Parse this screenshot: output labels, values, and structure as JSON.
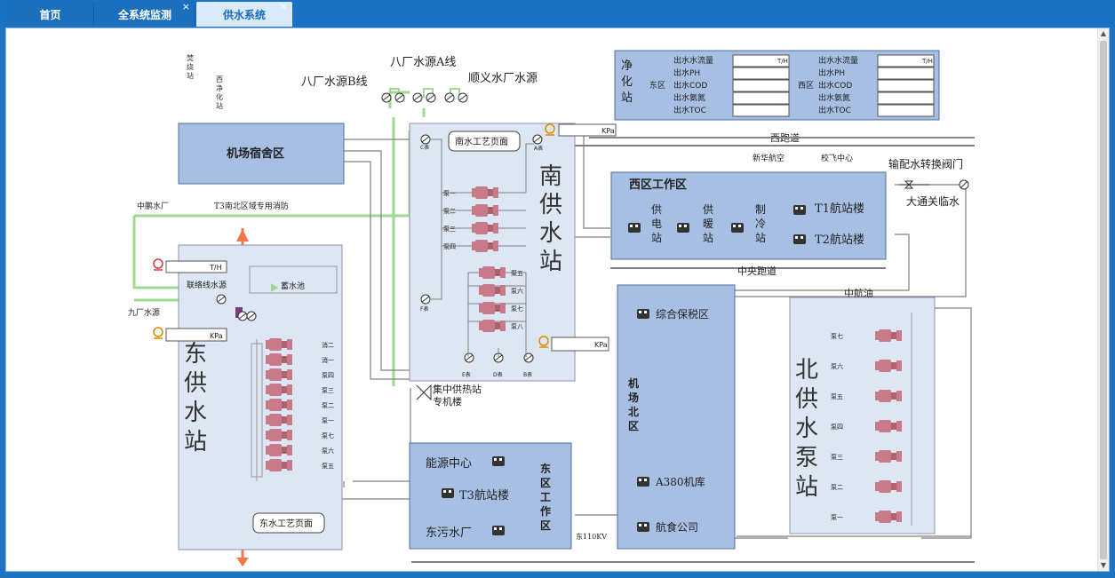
{
  "tabs": [
    {
      "label": "首页",
      "closable": false,
      "active": false
    },
    {
      "label": "全系统监测",
      "closable": true,
      "active": false
    },
    {
      "label": "供水系统",
      "closable": true,
      "active": true
    }
  ],
  "close_glyph": "×",
  "diagram": {
    "water_sources": {
      "a_line": "八厂水源A线",
      "b_line": "八厂水源B线",
      "shunyi": "顺义水厂水源",
      "zhongpeng": "中鹏水厂",
      "jiuchang": "九厂水源",
      "lianluo": "联络线水源"
    },
    "small_labels": {
      "fenshao": "焚\n烧\n站",
      "xijinghua": "西\n净\n化\n站",
      "t3_fire": "T3南北区域专用消防",
      "xuanshuichi": "蓄水池",
      "xinhua": "新华航空",
      "xiaofei": "校飞中心",
      "zhonghangyou": "中航油",
      "east110kv": "东110KV",
      "heating": "集中供热站\n专机楼"
    },
    "purification": {
      "title": "净\n化\n站",
      "east": {
        "label": "东区",
        "rows": [
          "出水水流量",
          "出水PH",
          "出水COD",
          "出水氨氮",
          "出水TOC"
        ],
        "values": [
          "T/H",
          "",
          "",
          "",
          ""
        ]
      },
      "west": {
        "label": "西区",
        "rows": [
          "出水水流量",
          "出水PH",
          "出水COD",
          "出水氨氮",
          "出水TOC"
        ],
        "values": [
          "T/H",
          "",
          "",
          "",
          ""
        ]
      }
    },
    "dormitory": "机场宿舍区",
    "south_station": {
      "title": "南\n供\n水\n站",
      "button": "南水工艺页面",
      "meter_c": "C表",
      "meter_a": "A表",
      "meter_f": "F表",
      "meter_e": "E表",
      "meter_d": "D表",
      "meter_b": "B表",
      "pumps_left": [
        "泵一",
        "泵二",
        "泵三",
        "泵四"
      ],
      "pumps_right": [
        "泵五",
        "泵六",
        "泵七",
        "泵八"
      ],
      "pressure_top": "KPa",
      "pressure_bottom": "KPa"
    },
    "west_runway": "西跑道",
    "central_runway": "中央跑道",
    "valve_label": "输配水转换阀门",
    "datong": "大通关临水",
    "west_work": {
      "title": "西区工作区",
      "items": [
        "供\n电\n站",
        "供\n暖\n站",
        "制\n冷\n站"
      ],
      "t1": "T1航站楼",
      "t2": "T2航站楼"
    },
    "east_station": {
      "title": "东\n供\n水\n站",
      "button": "东水工艺页面",
      "flow_unit": "T/H",
      "pressure_unit": "KPa",
      "pumps": [
        "消二",
        "消一",
        "泵四",
        "泵三",
        "泵二",
        "泵一",
        "泵七",
        "泵六",
        "泵五"
      ]
    },
    "north_area": {
      "title": "机\n场\n北\n区",
      "bonded": "综合保税区",
      "a380": "A380机库",
      "catering": "航食公司"
    },
    "north_station": {
      "title": "北\n供\n水\n泵\n站",
      "pumps": [
        "泵七",
        "泵六",
        "泵五",
        "泵四",
        "泵三",
        "泵二",
        "泵一"
      ]
    },
    "energy": {
      "center": "能源中心",
      "t3": "T3航站楼",
      "sewage": "东污水厂",
      "east_work": "东\n区\n工\n作\n区"
    },
    "colors": {
      "box_fill": "#a7bfe2",
      "box_stroke": "#4f6f9f",
      "station_fill": "#dde6f3",
      "green_pipe": "#9fd98f",
      "gray_pipe": "#7f7f7f",
      "orange_pipe": "#f2784b",
      "pump": "#c87a88"
    }
  }
}
